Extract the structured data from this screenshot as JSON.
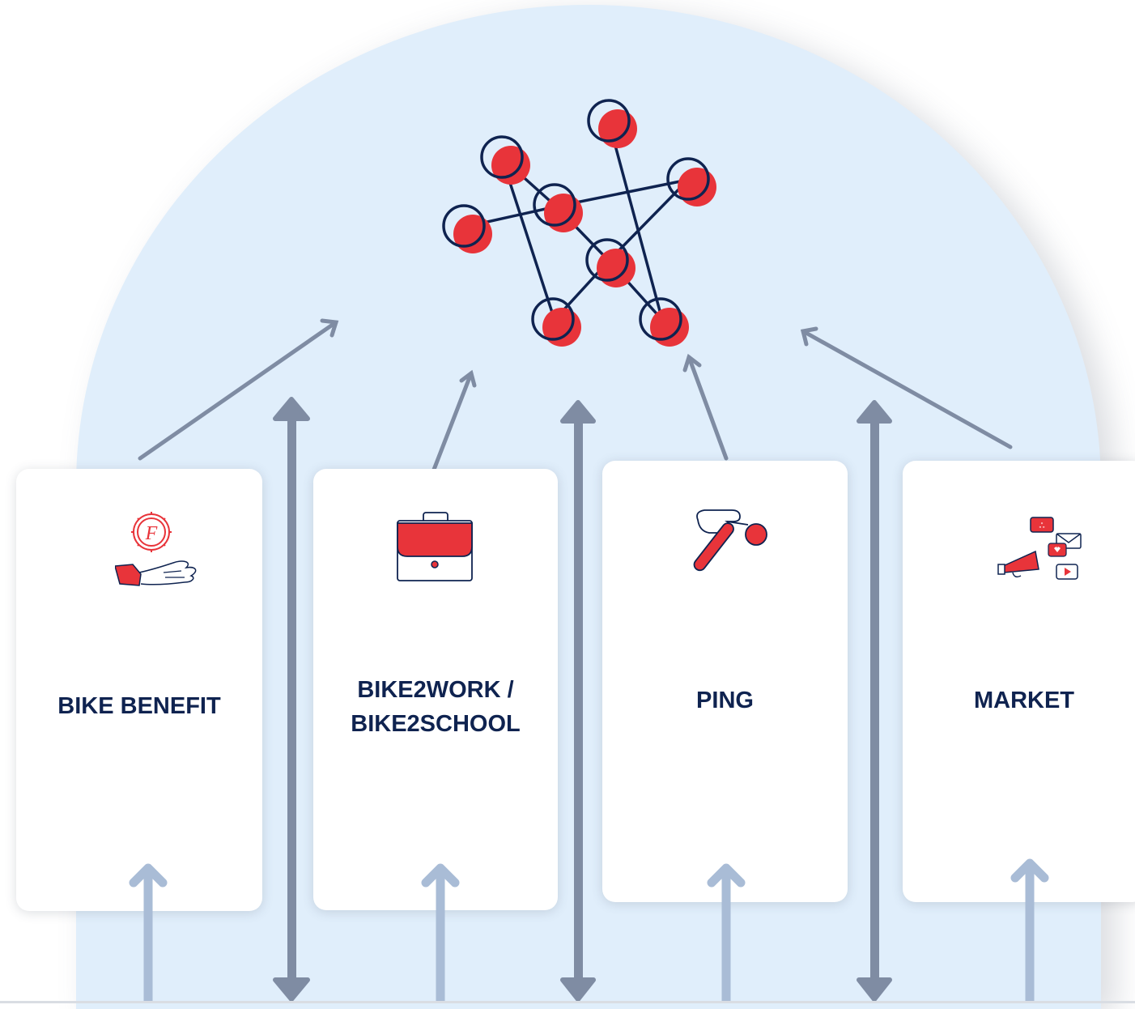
{
  "colors": {
    "background": "#ffffff",
    "arch": "#e0eefb",
    "card": "#ffffff",
    "navy": "#0f2350",
    "red": "#e8343a",
    "arrow_dark": "#7f8ca3",
    "arrow_light": "#a9bcd6"
  },
  "network": {
    "icon": "network-nodes-icon"
  },
  "cards": [
    {
      "label_lines": [
        "BIKE BENEFIT"
      ],
      "icon": "hand-coin-icon"
    },
    {
      "label_lines": [
        "BIKE2WORK /",
        "BIKE2SCHOOL"
      ],
      "icon": "briefcase-icon"
    },
    {
      "label_lines": [
        "PING"
      ],
      "icon": "finger-press-button-icon"
    },
    {
      "label_lines": [
        "MARKET"
      ],
      "icon": "megaphone-media-icon"
    }
  ]
}
